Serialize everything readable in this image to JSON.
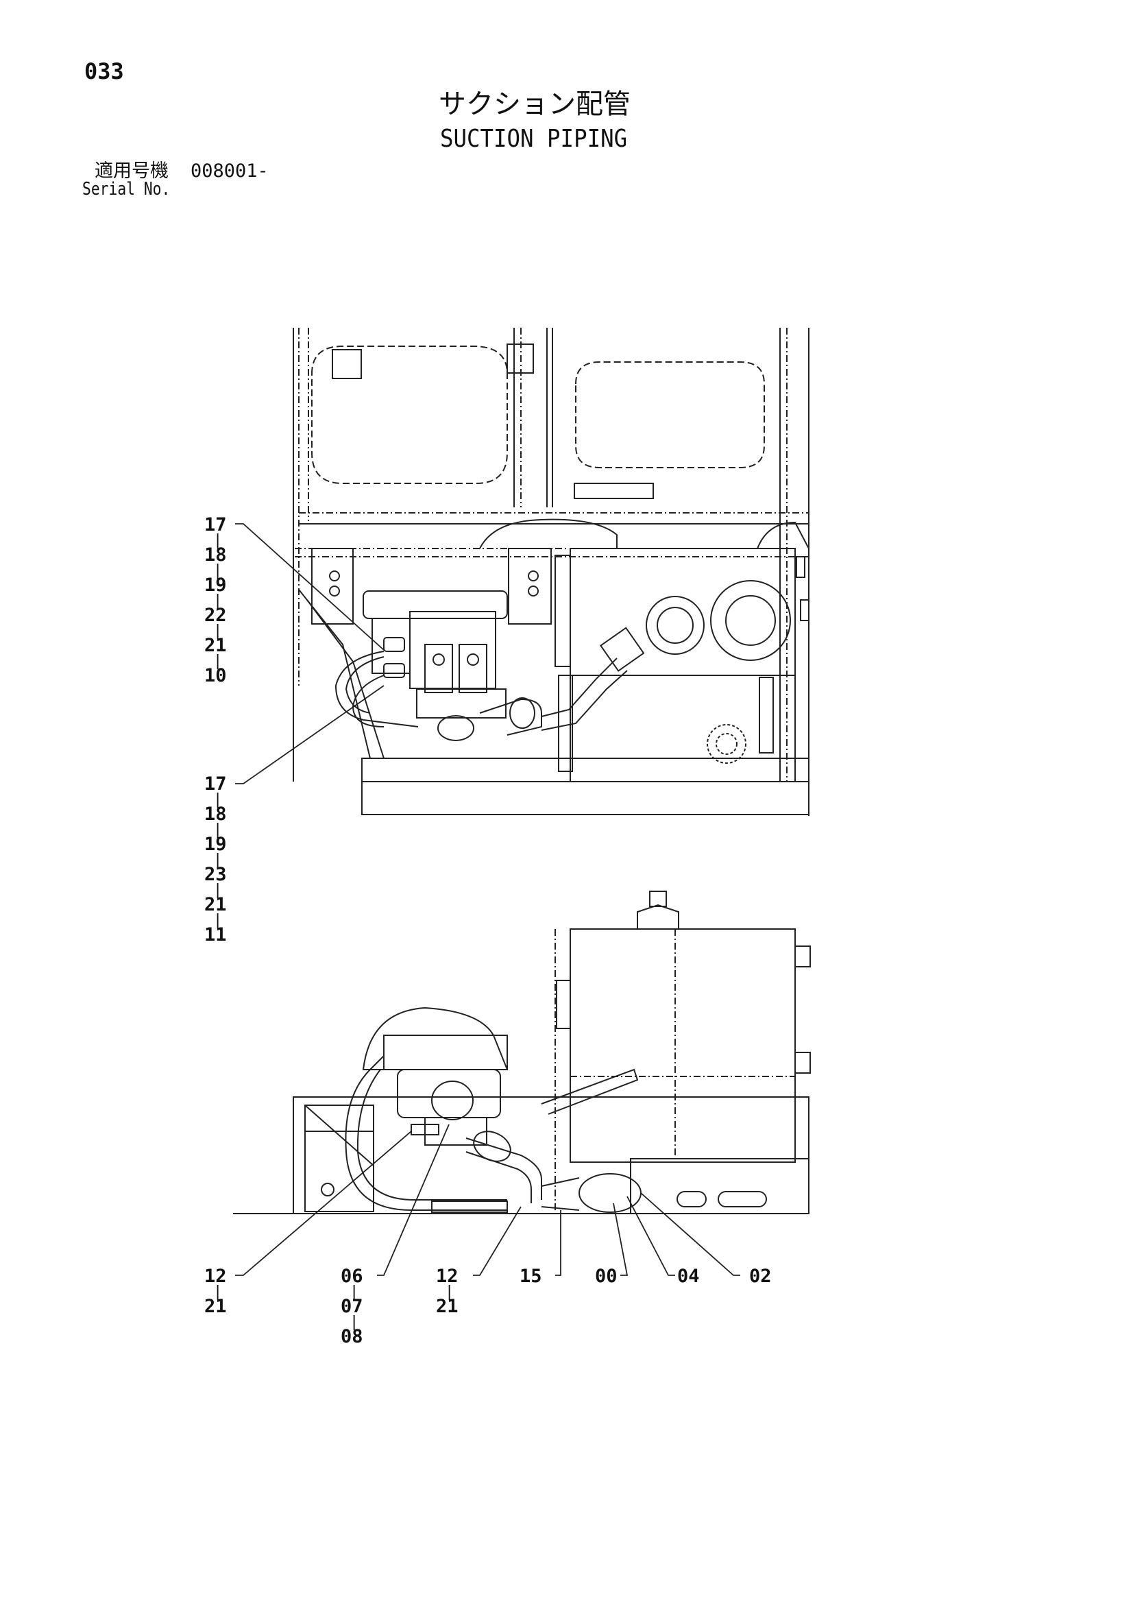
{
  "page_number": "033",
  "title_ja": "サクション配管",
  "title_en": "SUCTION PIPING",
  "serial": {
    "label_ja": "適用号機",
    "value": "008001-",
    "label_en": "Serial No."
  },
  "callouts": {
    "top_group_a": [
      "17",
      "18",
      "19",
      "22",
      "21",
      "10"
    ],
    "top_group_b": [
      "17",
      "18",
      "19",
      "23",
      "21",
      "11"
    ],
    "bottom_1": [
      "12",
      "21"
    ],
    "bottom_2": [
      "06",
      "07",
      "08"
    ],
    "bottom_3": [
      "12",
      "21"
    ],
    "bottom_4": "15",
    "bottom_5": "00",
    "bottom_6": "04",
    "bottom_7": "02"
  }
}
